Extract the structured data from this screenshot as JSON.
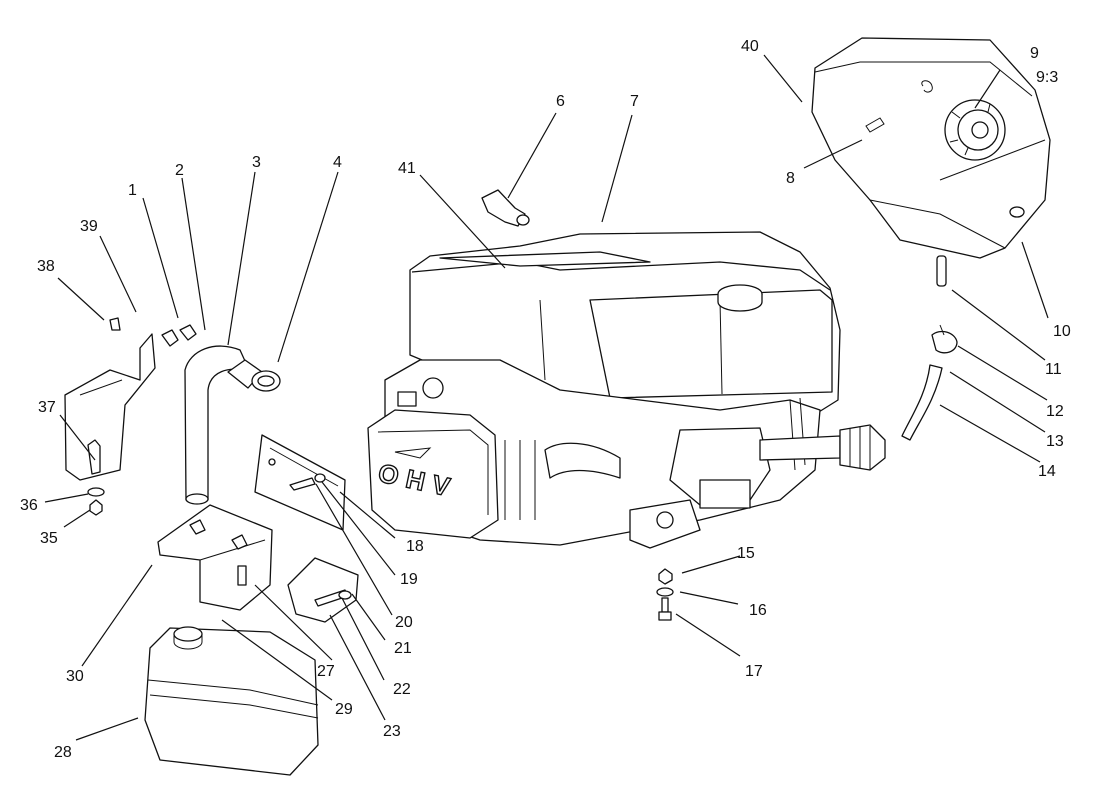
{
  "callouts": {
    "c1": "1",
    "c2": "2",
    "c3": "3",
    "c4": "4",
    "c6": "6",
    "c7": "7",
    "c8": "8",
    "c9": "9",
    "c9_3": "9:3",
    "c10": "10",
    "c11": "11",
    "c12": "12",
    "c13": "13",
    "c14": "14",
    "c15": "15",
    "c16": "16",
    "c17": "17",
    "c18": "18",
    "c19": "19",
    "c20": "20",
    "c21": "21",
    "c22": "22",
    "c23": "23",
    "c27": "27",
    "c28": "28",
    "c29": "29",
    "c30": "30",
    "c35": "35",
    "c36": "36",
    "c37": "37",
    "c38": "38",
    "c39": "39",
    "c40": "40",
    "c41": "41"
  },
  "engine": {
    "valve_cover_text": "OHV"
  }
}
